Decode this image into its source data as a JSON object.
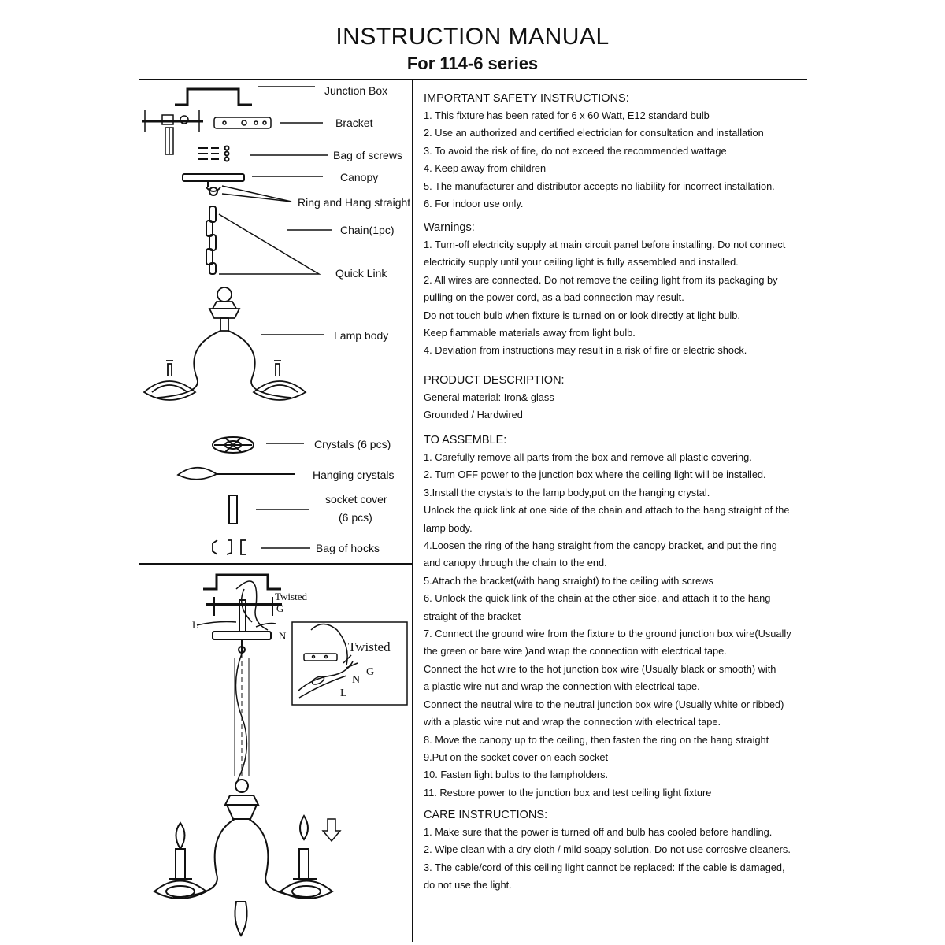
{
  "header": {
    "title": "INSTRUCTION MANUAL",
    "subtitle": "For 114-6 series"
  },
  "parts": {
    "junction_box": "Junction Box",
    "bracket": "Bracket",
    "screws": "Bag of screws",
    "canopy": "Canopy",
    "ring": "Ring and Hang straight",
    "chain": "Chain(1pc)",
    "quick_link": "Quick Link",
    "lamp_body": "Lamp body",
    "crystals": "Crystals (6 pcs)",
    "hanging_crystals": "Hanging crystals",
    "socket_cover_1": "socket cover",
    "socket_cover_2": "(6 pcs)",
    "hooks": "Bag of hocks"
  },
  "wiring": {
    "twisted": "Twisted",
    "g": "G",
    "n": "N",
    "l": "L"
  },
  "safety": {
    "title": "IMPORTANT SAFETY INSTRUCTIONS:",
    "lines": [
      "1. This fixture has been rated for 6 x 60 Watt, E12 standard bulb",
      "2. Use an authorized and certified electrician for consultation and installation",
      "3. To avoid the risk of fire, do not exceed the recommended wattage",
      "4. Keep away from children",
      "5. The manufacturer and distributor accepts no liability for incorrect installation.",
      "6. For indoor use only."
    ]
  },
  "warnings": {
    "title": "Warnings:",
    "lines": [
      "1. Turn-off electricity supply at main circuit panel before installing. Do not connect",
      "electricity supply until your ceiling light is fully assembled and installed.",
      "2. All wires are connected. Do not remove the ceiling light from its packaging by",
      "pulling on the power cord, as a bad connection may result.",
      "Do not touch bulb when fixture is turned on or look directly at light bulb.",
      "Keep flammable materials away from light bulb.",
      "4. Deviation from instructions may result in a risk of fire or electric shock."
    ]
  },
  "product": {
    "title": "PRODUCT DESCRIPTION:",
    "lines": [
      "General material: Iron& glass",
      "Grounded / Hardwired"
    ]
  },
  "assemble": {
    "title": "TO ASSEMBLE:",
    "lines": [
      "1. Carefully remove all parts from the box and remove all plastic covering.",
      "2. Turn OFF power to the junction box where the ceiling light will be installed.",
      "3.Install the crystals to the lamp body,put on the hanging crystal.",
      "Unlock the quick link at one side of the chain and attach to the hang straight of the",
      "lamp body.",
      "4.Loosen the ring of the hang straight from the canopy bracket, and put the ring",
      "and canopy through the chain to the end.",
      "5.Attach the bracket(with hang straight) to the ceiling with screws",
      "6. Unlock the quick link of the chain at the other side, and attach it to the hang",
      "straight of the bracket",
      "7. Connect the ground wire from the fixture to the ground junction box wire(Usually",
      "the green or bare wire )and wrap the connection with electrical tape.",
      "Connect the hot wire to the hot junction box wire (Usually black or smooth) with",
      "a plastic wire nut  and wrap the connection with electrical tape.",
      "Connect the neutral wire to the neutral junction box wire (Usually white or ribbed)",
      "with a plastic wire nut and wrap the connection with electrical tape.",
      "8. Move the canopy up to the ceiling, then fasten the ring on the hang straight",
      "9.Put on the socket cover on each socket",
      "10. Fasten light bulbs to the lampholders.",
      "11. Restore power to the junction box and test ceiling light fixture"
    ]
  },
  "care": {
    "title": "CARE INSTRUCTIONS:",
    "lines": [
      "1. Make sure that the power is turned off and bulb has cooled before handling.",
      "2. Wipe clean with a dry cloth / mild soapy solution. Do not use corrosive cleaners.",
      "3. The cable/cord of this ceiling light cannot be replaced: If the cable is damaged,",
      "do not use the light."
    ]
  }
}
